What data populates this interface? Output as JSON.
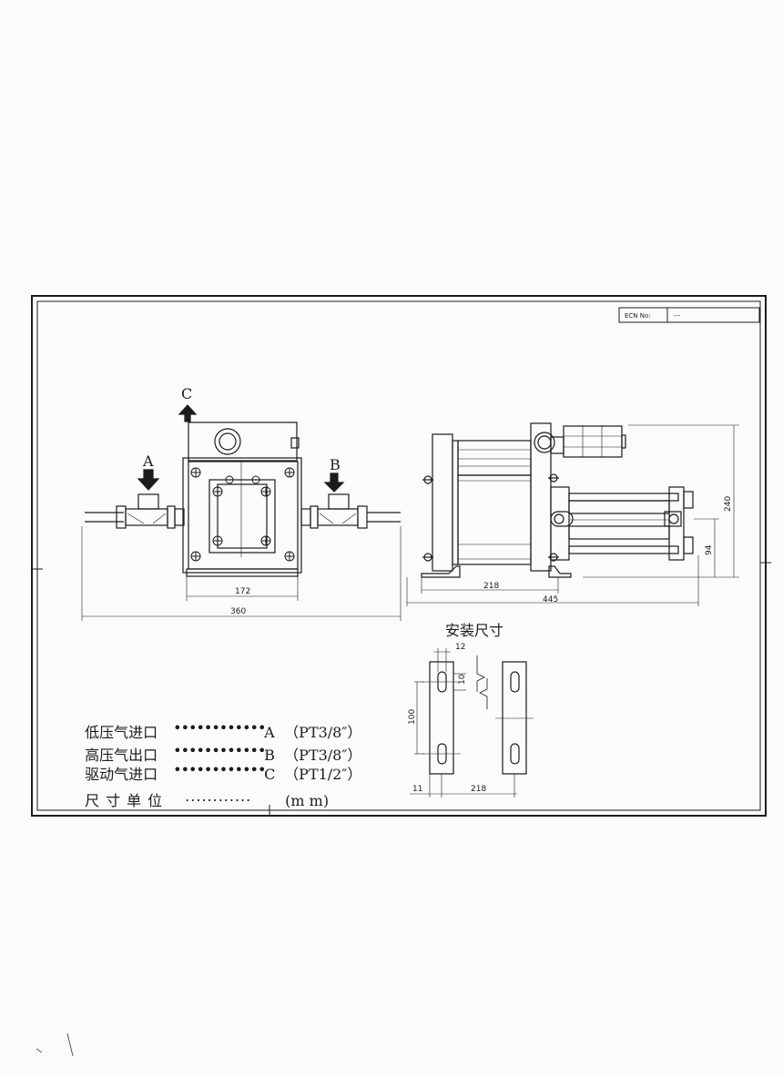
{
  "ecn": {
    "label": "ECN No:",
    "value": "---"
  },
  "front_view": {
    "port_a": "A",
    "port_b": "B",
    "port_c": "C",
    "dim_172": "172",
    "dim_360": "360"
  },
  "side_view": {
    "dim_218": "218",
    "dim_445": "445",
    "dim_240": "240",
    "dim_94": "94"
  },
  "mounting": {
    "title": "安装尺寸",
    "dim_12": "12",
    "dim_10": "10",
    "dim_100": "100",
    "dim_11": "11",
    "dim_218": "218"
  },
  "legend": [
    {
      "name": "低压气进口",
      "dots": "••••••••••••••••••••••••••",
      "port": "A",
      "spec": "（PT3/8″）"
    },
    {
      "name": "高压气出口",
      "dots": "••••••••••••••••••••••••••",
      "port": "B",
      "spec": "（PT3/8″）"
    },
    {
      "name": "驱动气进口",
      "dots": "••••••••••••••••••••••••••",
      "port": "C",
      "spec": "（PT1/2″）"
    },
    {
      "name": "尺寸单位",
      "dots": "............",
      "port": "",
      "spec": "(m m)"
    }
  ]
}
